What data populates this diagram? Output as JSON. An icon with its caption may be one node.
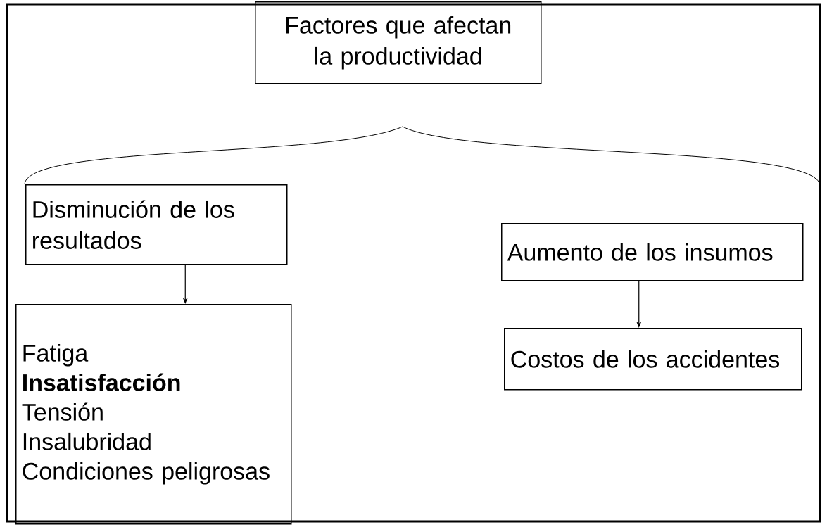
{
  "diagram": {
    "nodes": [
      {
        "text": [
          "Factores que afectan la productividad"
        ]
      },
      {
        "text": [
          "Disminución de los resultados"
        ]
      },
      {
        "text": [
          "Fatiga",
          "Insatisfacción",
          "Tensión",
          "Insalubridad",
          "Condiciones peligrosas"
        ]
      },
      {
        "text": [
          "Aumento de los insumos"
        ]
      },
      {
        "text": [
          "Costos de los accidentes"
        ]
      }
    ],
    "edges": [
      {
        "from": 1,
        "to": 2,
        "arrow": "to"
      },
      {
        "from": 3,
        "to": 4,
        "arrow": "to"
      }
    ]
  }
}
